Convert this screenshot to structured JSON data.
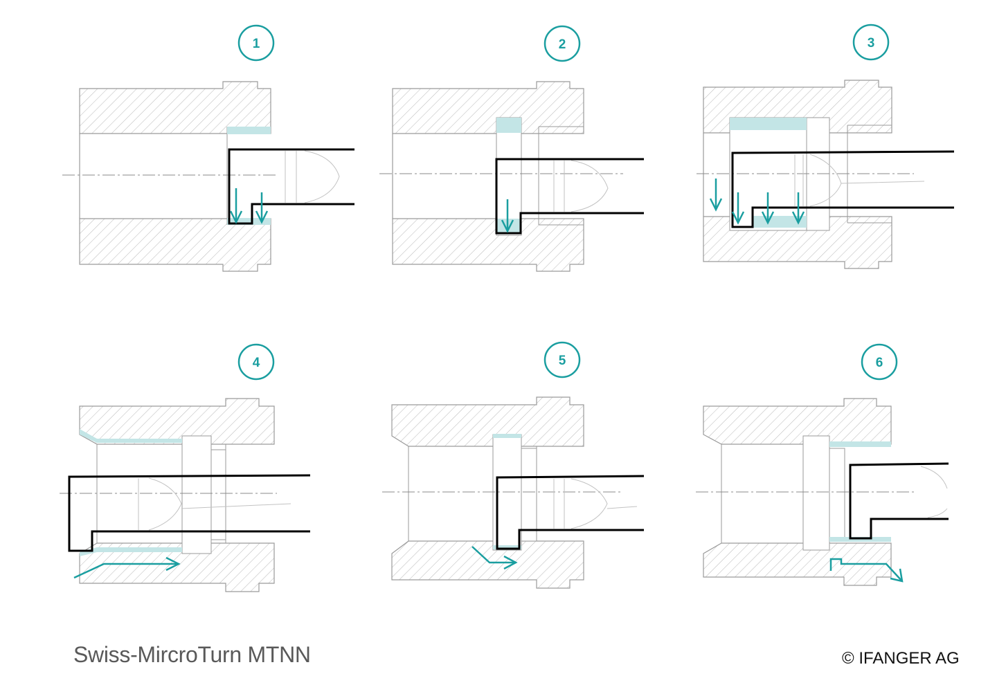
{
  "colors": {
    "accent": "#1a9ea0",
    "accent_light": "#c3e5e6",
    "hatch": "#b3b3b3",
    "outline": "#9a9a9a",
    "tool": "#000000"
  },
  "steps": [
    {
      "number": "1"
    },
    {
      "number": "2"
    },
    {
      "number": "3"
    },
    {
      "number": "4"
    },
    {
      "number": "5"
    },
    {
      "number": "6"
    }
  ],
  "caption": {
    "title": "Swiss-MircroTurn MTNN",
    "copyright": "© IFANGER AG"
  }
}
